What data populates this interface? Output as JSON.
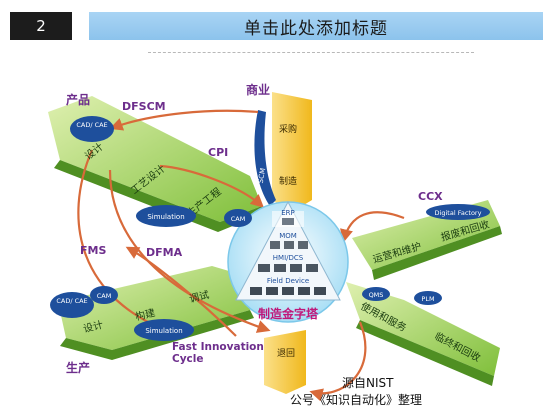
{
  "slide": {
    "page_number": "2",
    "title": "单击此处添加标题"
  },
  "diagram": {
    "center_label": "制造金字塔",
    "pyramid_layers": [
      "ERP",
      "MOM",
      "HMI/DCS",
      "Field Device"
    ],
    "product_arm": {
      "heading": "产品",
      "cad_cae": "CAD/ CAE",
      "steps": [
        "设计",
        "工艺设计",
        "生产工程"
      ],
      "simulation": "Simulation",
      "cam": "CAM"
    },
    "production_arm": {
      "heading": "生产",
      "cad_cae": "CAD/ CAE",
      "cam": "CAM",
      "steps": [
        "设计",
        "构建",
        "调试"
      ],
      "simulation": "Simulation"
    },
    "business_arm": {
      "heading": "商业",
      "scm": "SCM",
      "steps": [
        "采购",
        "制造",
        "退回"
      ]
    },
    "right_upper_arm": {
      "tag": "Digital Factory",
      "steps": [
        "运营和维护",
        "报废和回收"
      ]
    },
    "right_lower_arm": {
      "tags": [
        "QMS",
        "PLM"
      ],
      "steps": [
        "使用和服务",
        "临终和回收"
      ]
    },
    "cycle_labels": {
      "dfscm": "DFSCM",
      "cpi": "CPI",
      "ccx": "CCX",
      "fms": "FMS",
      "dfma": "DFMA",
      "fic_line1": "Fast Innovation",
      "fic_line2": "Cycle"
    }
  },
  "footer": {
    "source_line1": "源自NIST",
    "source_line2": "公号《知识自动化》整理"
  },
  "colors": {
    "arm_green": "#9fcf54",
    "arm_dark": "#5b9b2a",
    "node_blue": "#1e4f9c",
    "center_cyan": "#c7ecfa",
    "label_purple": "#6d2e8c",
    "arrow_orange": "#d86a3a",
    "business_yellow": "#f4c432"
  }
}
